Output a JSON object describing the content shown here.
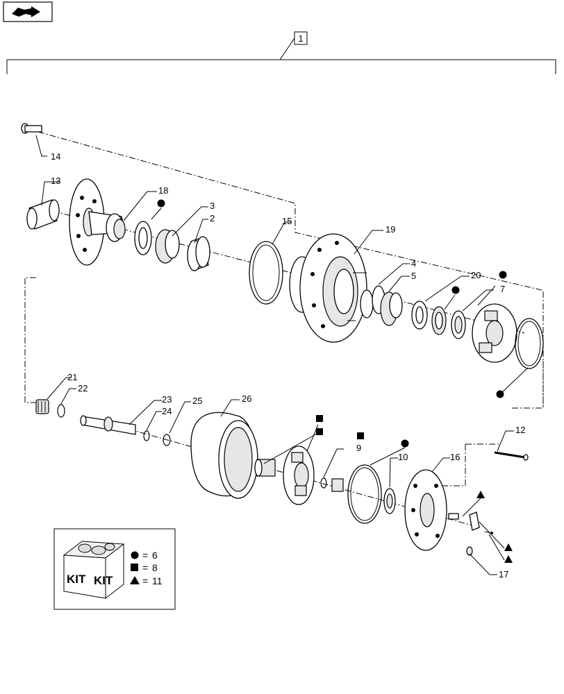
{
  "header": {
    "nav_icon": "nav-arrow-icon"
  },
  "group_label": "1",
  "callouts": {
    "c2": "2",
    "c3": "3",
    "c4": "4",
    "c5": "5",
    "c7": "7",
    "c9": "9",
    "c10": "10",
    "c12": "12",
    "c13": "13",
    "c14": "14",
    "c15": "15",
    "c16": "16",
    "c17": "17",
    "c18": "18",
    "c19": "19",
    "c20": "20",
    "c21": "21",
    "c22": "22",
    "c23": "23",
    "c24": "24",
    "c25": "25",
    "c26": "26"
  },
  "kit_legend": {
    "box_word": "KIT",
    "entries": [
      {
        "symbol": "circle",
        "equals": "=",
        "value": "6"
      },
      {
        "symbol": "square",
        "equals": "=",
        "value": "8"
      },
      {
        "symbol": "triangle",
        "equals": "=",
        "value": "11"
      }
    ]
  }
}
